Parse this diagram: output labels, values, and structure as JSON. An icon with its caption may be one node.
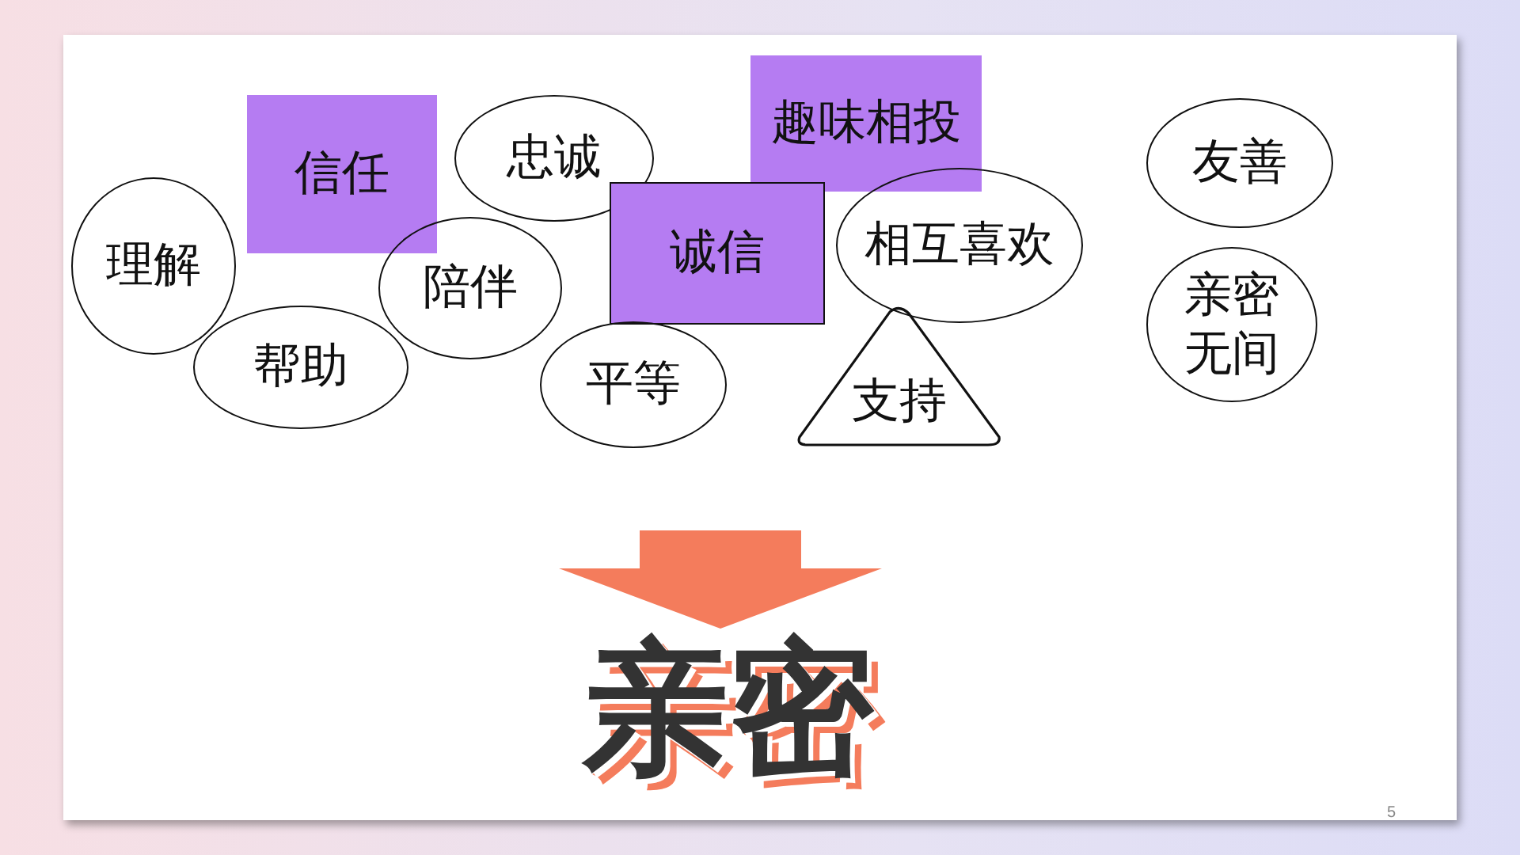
{
  "diagram": {
    "nodes": [
      {
        "text": [
          "理解"
        ]
      },
      {
        "text": [
          "信任"
        ]
      },
      {
        "text": [
          "忠诚"
        ]
      },
      {
        "text": [
          "趣味相投"
        ]
      },
      {
        "text": [
          "友善"
        ]
      },
      {
        "text": [
          "陪伴"
        ]
      },
      {
        "text": [
          "诚信"
        ]
      },
      {
        "text": [
          "相互喜欢"
        ]
      },
      {
        "text": [
          "亲密无间"
        ]
      },
      {
        "text": [
          "帮助"
        ]
      },
      {
        "text": [
          "平等"
        ]
      },
      {
        "text": [
          "支持"
        ]
      },
      {
        "text": [
          "亲密"
        ]
      }
    ],
    "edges": [
      {
        "from": null,
        "to": 12,
        "arrow": "to"
      }
    ],
    "labels": [
      "5"
    ]
  }
}
